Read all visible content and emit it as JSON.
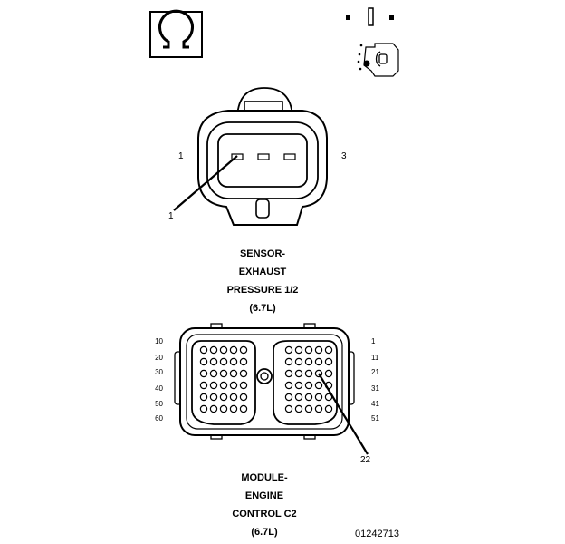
{
  "sensor_connector": {
    "caption_lines": [
      "SENSOR-",
      "EXHAUST",
      "PRESSURE 1/2",
      "(6.7L)"
    ],
    "pin_labels": {
      "left": "1",
      "right": "3",
      "callout": "1"
    }
  },
  "ecm_connector": {
    "caption_lines": [
      "MODULE-",
      "ENGINE",
      "CONTROL C2",
      "(6.7L)"
    ],
    "left_pin_labels": [
      "10",
      "20",
      "30",
      "40",
      "50",
      "60"
    ],
    "right_pin_labels": [
      "1",
      "11",
      "21",
      "31",
      "41",
      "51"
    ],
    "callout": "22"
  },
  "figure_number": "01242713",
  "icons": [
    "omega-icon",
    "terminal-side-icon",
    "terminal-view-icon"
  ]
}
